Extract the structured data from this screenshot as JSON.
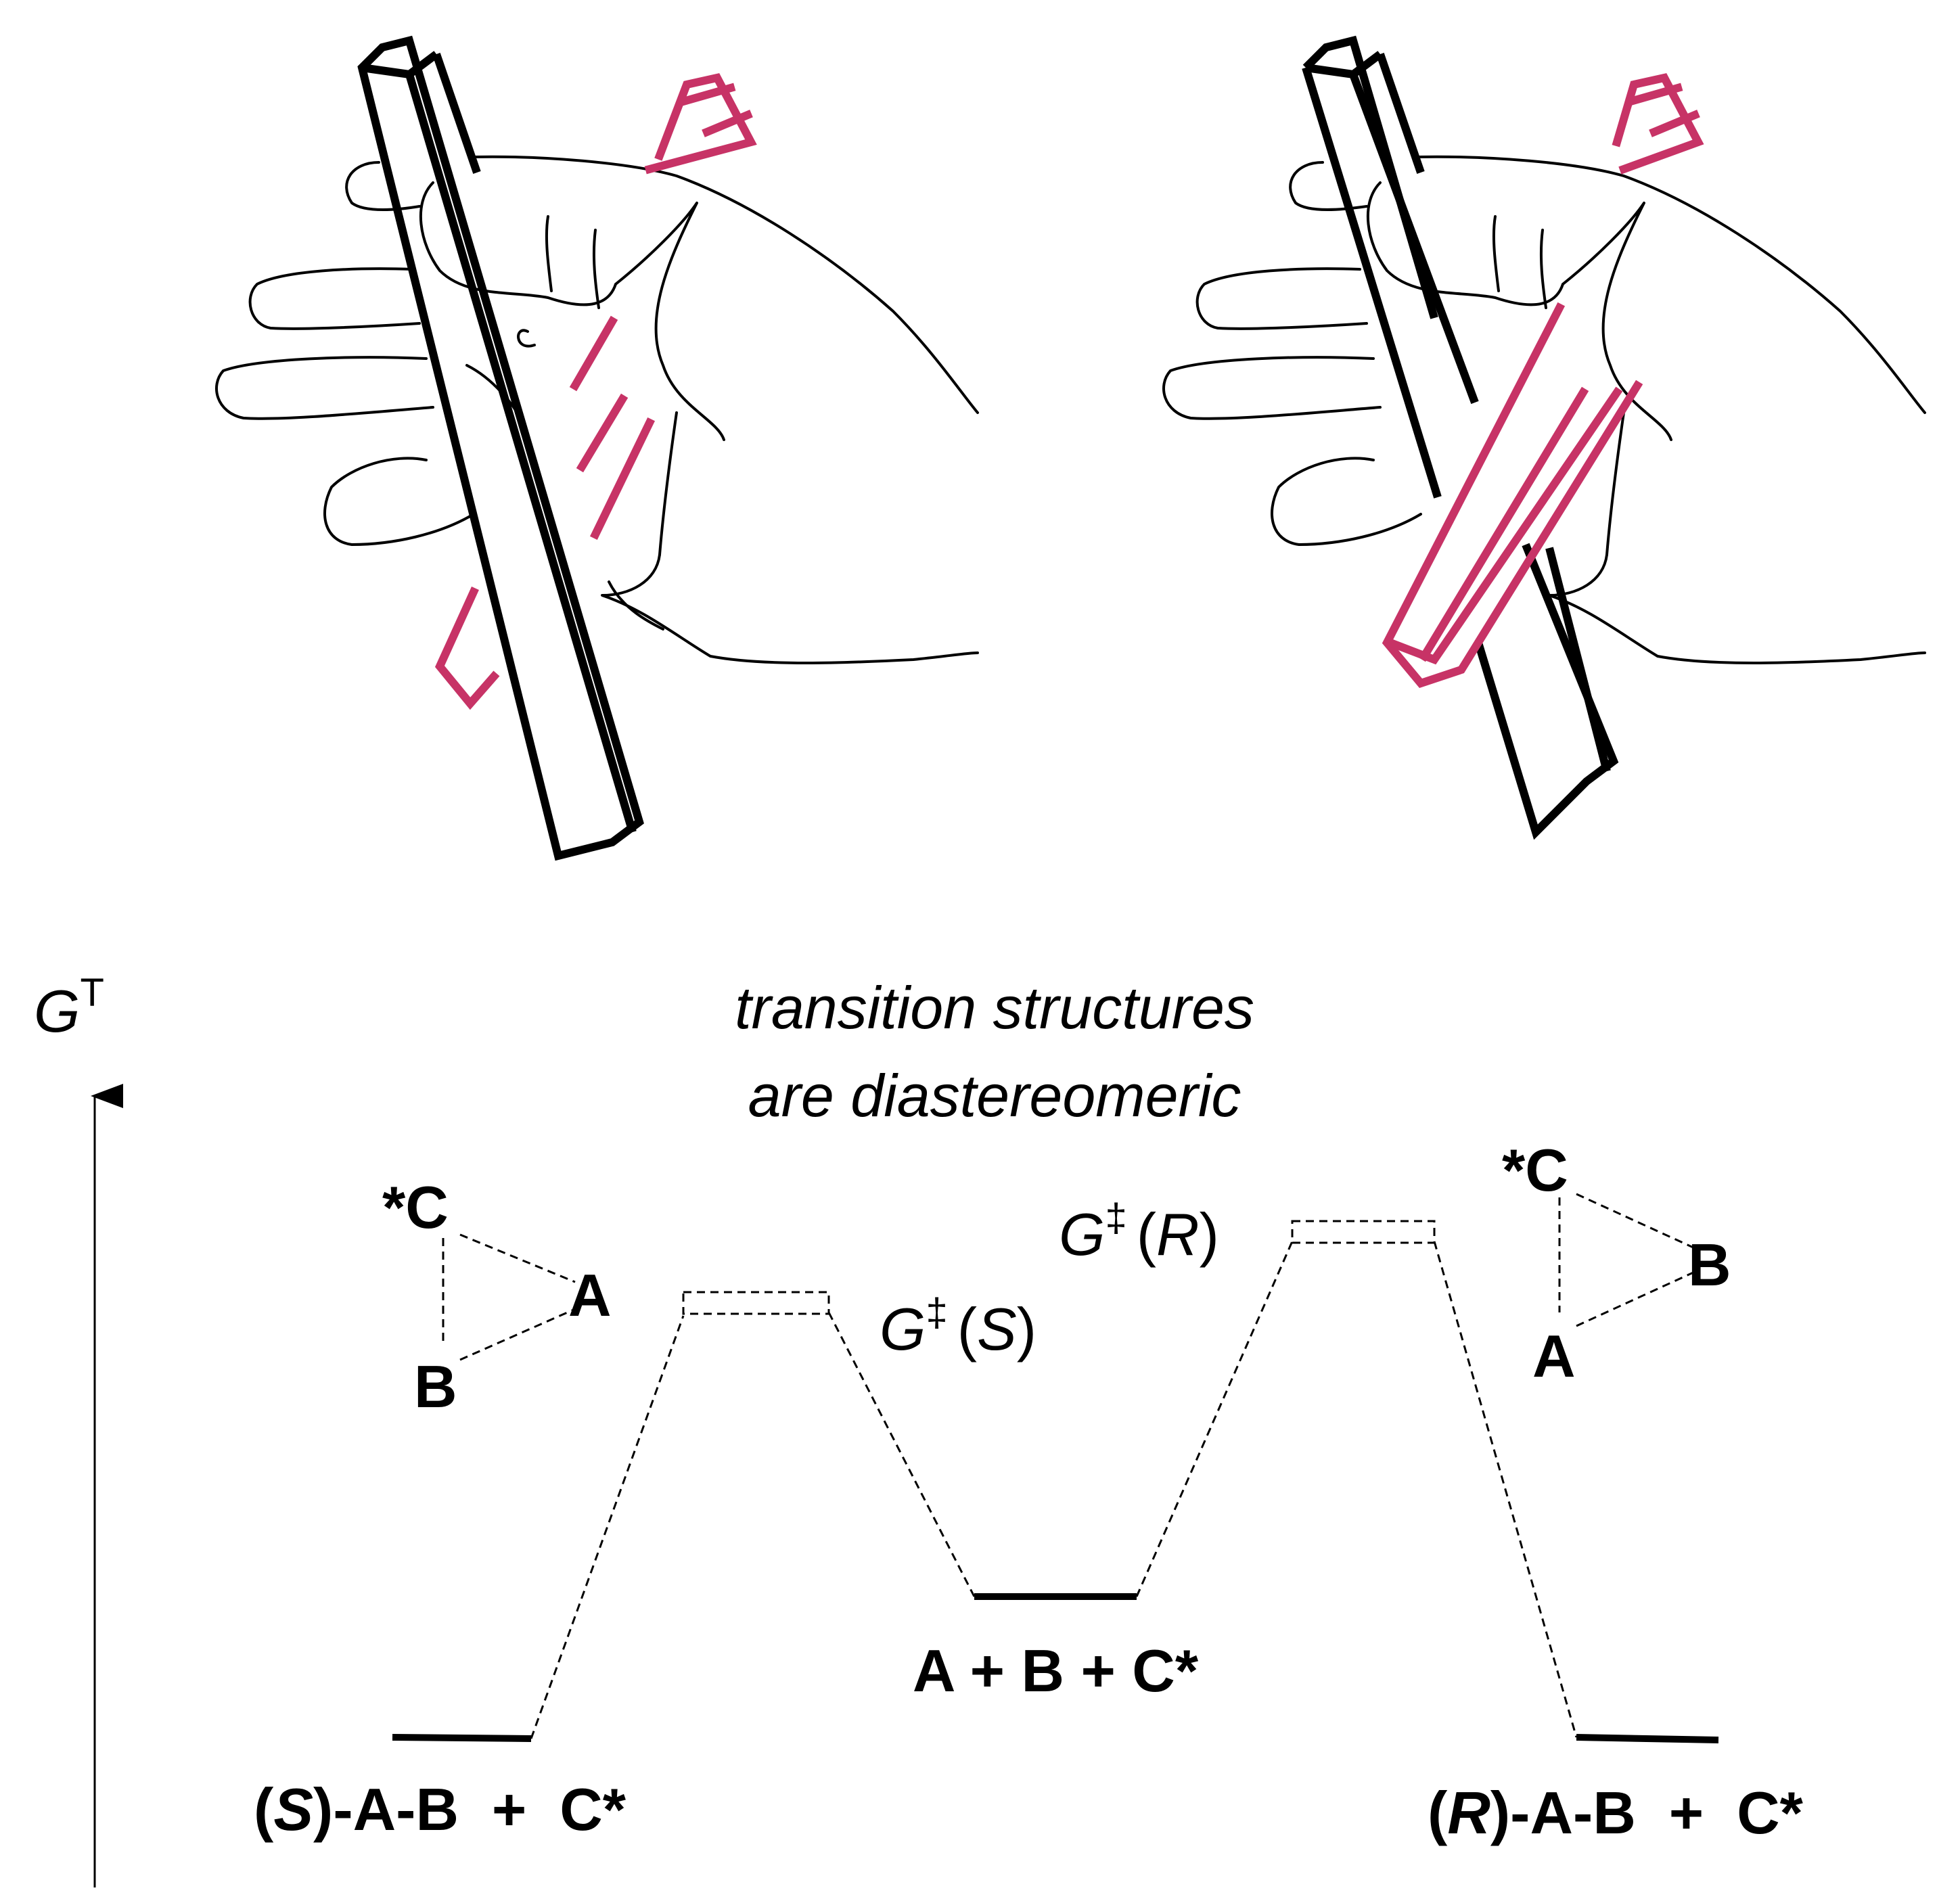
{
  "colors": {
    "ink": "#000000",
    "magenta": "#c73366",
    "background": "#ffffff"
  },
  "axis": {
    "symbol": "G",
    "superscript": "T"
  },
  "heading": {
    "line1": "transition structures",
    "line2": "are diastereomeric"
  },
  "ts_left": {
    "c_label": "*C",
    "a_label": "A",
    "b_label": "B"
  },
  "ts_right": {
    "c_label": "*C",
    "a_label": "A",
    "b_label": "B"
  },
  "levels": {
    "ts_s": {
      "g": "G",
      "dagger": "‡",
      "open": "(",
      "config": "S",
      "close": ")"
    },
    "ts_r": {
      "g": "G",
      "dagger": "‡",
      "open": "(",
      "config": "R",
      "close": ")"
    },
    "reactants": "A + B + C*",
    "product_s": {
      "open": "(",
      "config": "S",
      "rest": ")-A-B  +  C*"
    },
    "product_r": {
      "open": "(",
      "config": "R",
      "rest": ")-A-B  +  C*"
    }
  },
  "icons": {
    "left_hand": "hand-holding-rods-icon",
    "right_hand": "hand-holding-rods-icon"
  }
}
